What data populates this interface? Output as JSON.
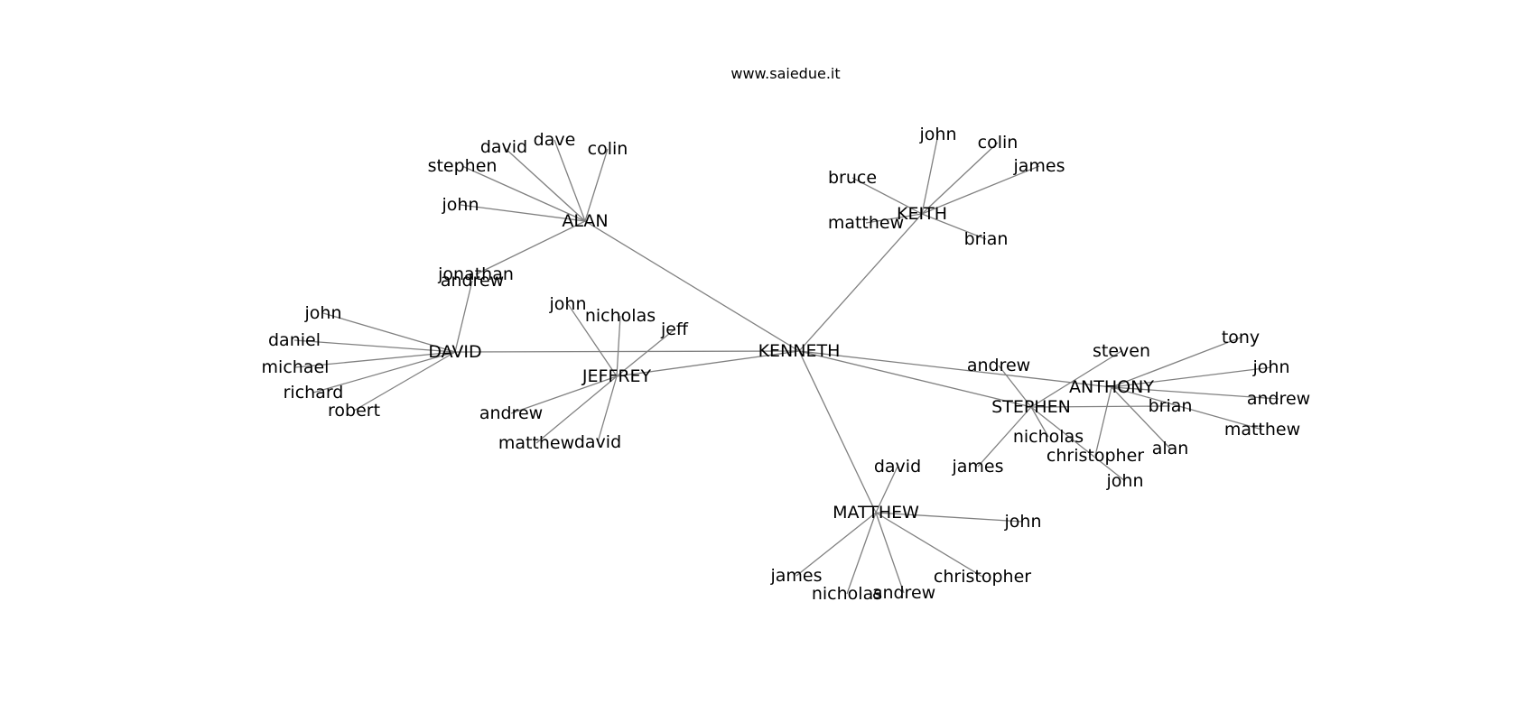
{
  "title": "www.saiedue.it",
  "nodes": [
    {
      "id": "kenneth",
      "label": "KENNETH"
    },
    {
      "id": "alan",
      "label": "ALAN"
    },
    {
      "id": "keith",
      "label": "KEITH"
    },
    {
      "id": "david_c",
      "label": "DAVID"
    },
    {
      "id": "jeffrey",
      "label": "JEFFREY"
    },
    {
      "id": "stephen_c",
      "label": "STEPHEN"
    },
    {
      "id": "anthony",
      "label": "ANTHONY"
    },
    {
      "id": "matthew_c",
      "label": "MATTHEW"
    },
    {
      "id": "alan_david",
      "label": "david"
    },
    {
      "id": "alan_dave",
      "label": "dave"
    },
    {
      "id": "alan_colin",
      "label": "colin"
    },
    {
      "id": "alan_stephen",
      "label": "stephen"
    },
    {
      "id": "alan_john",
      "label": "john"
    },
    {
      "id": "alan_jonathan",
      "label": "jonathan"
    },
    {
      "id": "keith_john",
      "label": "john"
    },
    {
      "id": "keith_colin",
      "label": "colin"
    },
    {
      "id": "keith_james",
      "label": "james"
    },
    {
      "id": "keith_bruce",
      "label": "bruce"
    },
    {
      "id": "keith_matthew",
      "label": "matthew"
    },
    {
      "id": "keith_brian",
      "label": "brian"
    },
    {
      "id": "david_andrew",
      "label": "andrew"
    },
    {
      "id": "david_john",
      "label": "john"
    },
    {
      "id": "david_daniel",
      "label": "daniel"
    },
    {
      "id": "david_michael",
      "label": "michael"
    },
    {
      "id": "david_richard",
      "label": "richard"
    },
    {
      "id": "david_robert",
      "label": "robert"
    },
    {
      "id": "jeffrey_john",
      "label": "john"
    },
    {
      "id": "jeffrey_nicholas",
      "label": "nicholas"
    },
    {
      "id": "jeffrey_jeff",
      "label": "jeff"
    },
    {
      "id": "jeffrey_andrew",
      "label": "andrew"
    },
    {
      "id": "jeffrey_matthew",
      "label": "matthew"
    },
    {
      "id": "jeffrey_david",
      "label": "david"
    },
    {
      "id": "stephen_andrew",
      "label": "andrew"
    },
    {
      "id": "stephen_steven",
      "label": "steven"
    },
    {
      "id": "stephen_nicholas",
      "label": "nicholas"
    },
    {
      "id": "stephen_james",
      "label": "james"
    },
    {
      "id": "stephen_brian",
      "label": "brian"
    },
    {
      "id": "stephen_john",
      "label": "john"
    },
    {
      "id": "anthony_tony",
      "label": "tony"
    },
    {
      "id": "anthony_john",
      "label": "john"
    },
    {
      "id": "anthony_andrew",
      "label": "andrew"
    },
    {
      "id": "anthony_matthew",
      "label": "matthew"
    },
    {
      "id": "anthony_alan",
      "label": "alan"
    },
    {
      "id": "anthony_christopher",
      "label": "christopher"
    },
    {
      "id": "matthew_david",
      "label": "david"
    },
    {
      "id": "matthew_john",
      "label": "john"
    },
    {
      "id": "matthew_james",
      "label": "james"
    },
    {
      "id": "matthew_nicholas",
      "label": "nicholas"
    },
    {
      "id": "matthew_andrew",
      "label": "andrew"
    },
    {
      "id": "matthew_christopher",
      "label": "christopher"
    }
  ],
  "edges": [
    [
      "kenneth",
      "alan"
    ],
    [
      "kenneth",
      "keith"
    ],
    [
      "kenneth",
      "david_c"
    ],
    [
      "kenneth",
      "jeffrey"
    ],
    [
      "kenneth",
      "stephen_c"
    ],
    [
      "kenneth",
      "anthony"
    ],
    [
      "kenneth",
      "matthew_c"
    ],
    [
      "alan",
      "alan_david"
    ],
    [
      "alan",
      "alan_dave"
    ],
    [
      "alan",
      "alan_colin"
    ],
    [
      "alan",
      "alan_stephen"
    ],
    [
      "alan",
      "alan_john"
    ],
    [
      "alan",
      "alan_jonathan"
    ],
    [
      "keith",
      "keith_john"
    ],
    [
      "keith",
      "keith_colin"
    ],
    [
      "keith",
      "keith_james"
    ],
    [
      "keith",
      "keith_bruce"
    ],
    [
      "keith",
      "keith_matthew"
    ],
    [
      "keith",
      "keith_brian"
    ],
    [
      "david_c",
      "david_andrew"
    ],
    [
      "david_c",
      "david_john"
    ],
    [
      "david_c",
      "david_daniel"
    ],
    [
      "david_c",
      "david_michael"
    ],
    [
      "david_c",
      "david_richard"
    ],
    [
      "david_c",
      "david_robert"
    ],
    [
      "jeffrey",
      "jeffrey_john"
    ],
    [
      "jeffrey",
      "jeffrey_nicholas"
    ],
    [
      "jeffrey",
      "jeffrey_jeff"
    ],
    [
      "jeffrey",
      "jeffrey_andrew"
    ],
    [
      "jeffrey",
      "jeffrey_matthew"
    ],
    [
      "jeffrey",
      "jeffrey_david"
    ],
    [
      "stephen_c",
      "stephen_andrew"
    ],
    [
      "stephen_c",
      "stephen_steven"
    ],
    [
      "stephen_c",
      "stephen_nicholas"
    ],
    [
      "stephen_c",
      "stephen_james"
    ],
    [
      "stephen_c",
      "stephen_brian"
    ],
    [
      "stephen_c",
      "stephen_john"
    ],
    [
      "anthony",
      "anthony_tony"
    ],
    [
      "anthony",
      "anthony_john"
    ],
    [
      "anthony",
      "anthony_andrew"
    ],
    [
      "anthony",
      "anthony_matthew"
    ],
    [
      "anthony",
      "anthony_alan"
    ],
    [
      "anthony",
      "anthony_christopher"
    ],
    [
      "matthew_c",
      "matthew_david"
    ],
    [
      "matthew_c",
      "matthew_john"
    ],
    [
      "matthew_c",
      "matthew_james"
    ],
    [
      "matthew_c",
      "matthew_nicholas"
    ],
    [
      "matthew_c",
      "matthew_andrew"
    ],
    [
      "matthew_c",
      "matthew_christopher"
    ]
  ],
  "colors": {
    "edge": "#808080",
    "text": "#000000",
    "background": "#ffffff"
  }
}
